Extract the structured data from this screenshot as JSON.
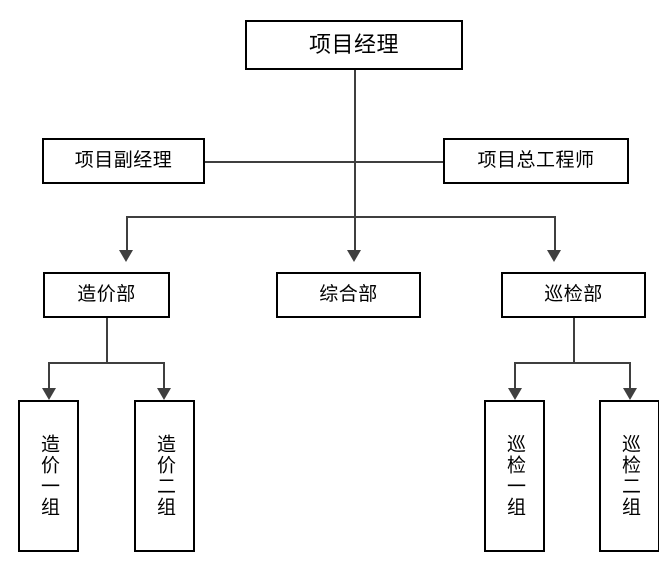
{
  "diagram": {
    "type": "org-chart",
    "title": "",
    "nodes": [
      {
        "id": "pm",
        "label": "项目经理",
        "level": 0
      },
      {
        "id": "deputy",
        "label": "项目副经理",
        "level": 1
      },
      {
        "id": "chiefeng",
        "label": "项目总工程师",
        "level": 1
      },
      {
        "id": "cost",
        "label": "造价部",
        "level": 2
      },
      {
        "id": "general",
        "label": "综合部",
        "level": 2
      },
      {
        "id": "inspect",
        "label": "巡检部",
        "level": 2
      },
      {
        "id": "cost1",
        "label": "造价一组",
        "level": 3
      },
      {
        "id": "cost2",
        "label": "造价二组",
        "level": 3
      },
      {
        "id": "insp1",
        "label": "巡检一组",
        "level": 3
      },
      {
        "id": "insp2",
        "label": "巡检二组",
        "level": 3
      }
    ],
    "edges": [
      {
        "from": "pm",
        "to": "general"
      },
      {
        "from": "pm",
        "to": "cost"
      },
      {
        "from": "pm",
        "to": "inspect"
      },
      {
        "from": "deputy",
        "to": "chiefeng"
      },
      {
        "from": "cost",
        "to": "cost1"
      },
      {
        "from": "cost",
        "to": "cost2"
      },
      {
        "from": "inspect",
        "to": "insp1"
      },
      {
        "from": "inspect",
        "to": "insp2"
      }
    ],
    "colors": {
      "node_border": "#000000",
      "node_fill": "#ffffff",
      "line": "#3f3f3f",
      "text": "#000000",
      "background": "#ffffff"
    }
  }
}
